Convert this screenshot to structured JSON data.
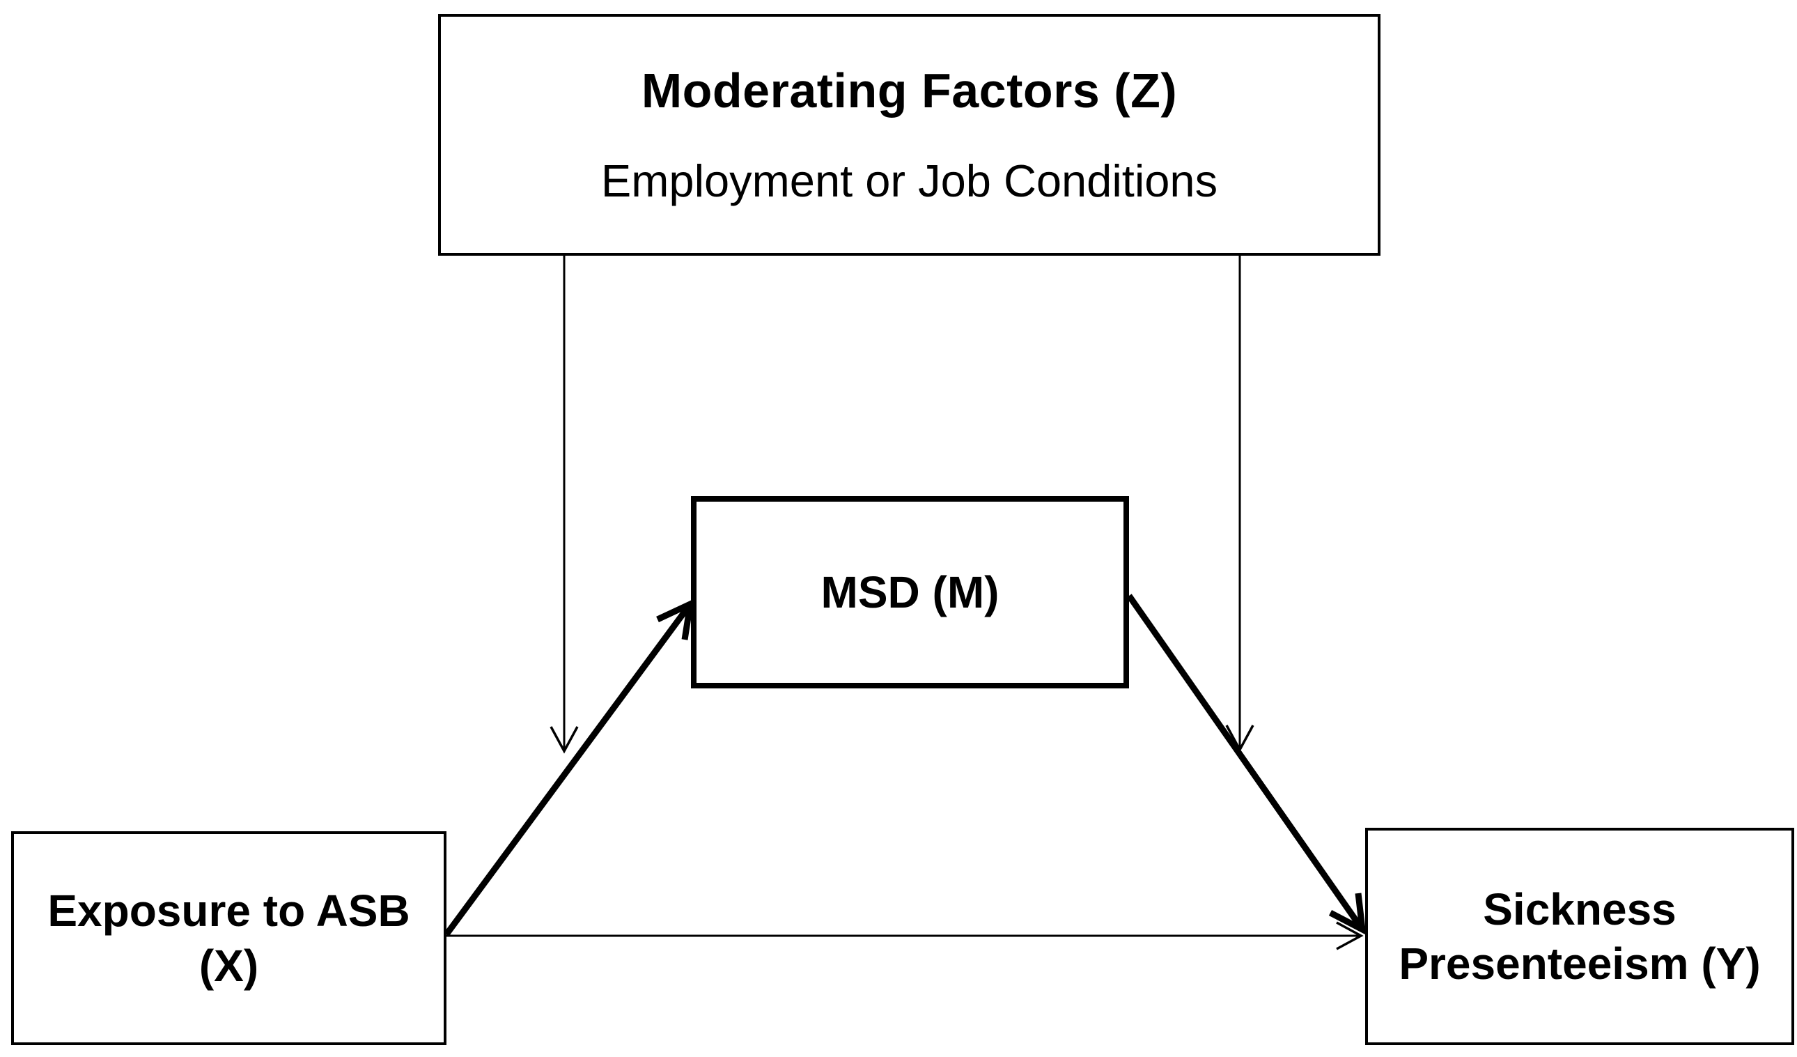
{
  "canvas": {
    "background_color": "#ffffff",
    "line_color": "#000000"
  },
  "nodes": {
    "moderator": {
      "title": "Moderating Factors (Z)",
      "subtitle": "Employment or Job Conditions",
      "variable": "Z"
    },
    "mediator": {
      "label": "MSD (M)",
      "variable": "M"
    },
    "exposure": {
      "label_line1": "Exposure to ASB",
      "label_line2": "(X)",
      "variable": "X"
    },
    "outcome": {
      "label_line1": "Sickness",
      "label_line2": "Presenteeism (Y)",
      "variable": "Y"
    }
  },
  "edges": [
    {
      "from": "exposure",
      "to": "mediator",
      "style": "thick",
      "arrowhead": "open-v"
    },
    {
      "from": "mediator",
      "to": "outcome",
      "style": "thick",
      "arrowhead": "open-v"
    },
    {
      "from": "exposure",
      "to": "outcome",
      "style": "thin",
      "arrowhead": "open-v"
    },
    {
      "from": "moderator",
      "to": "path exposure-mediator",
      "style": "thin",
      "arrowhead": "open-v"
    },
    {
      "from": "moderator",
      "to": "path mediator-outcome",
      "style": "thin",
      "arrowhead": "open-v"
    }
  ]
}
